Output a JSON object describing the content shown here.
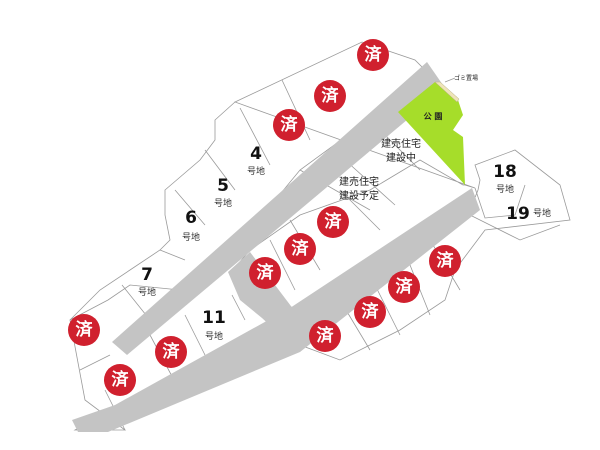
{
  "colors": {
    "road": "#c4c4c4",
    "park": "#a6dd2a",
    "sold": "#d0202e",
    "garbage": "#efe4b8"
  },
  "sold_mark": "済",
  "lots": [
    {
      "number": "4",
      "suffix": "号地"
    },
    {
      "number": "5",
      "suffix": "号地"
    },
    {
      "number": "6",
      "suffix": "号地"
    },
    {
      "number": "7",
      "suffix": "号地"
    },
    {
      "number": "11",
      "suffix": "号地"
    },
    {
      "number": "18",
      "suffix": "号地"
    },
    {
      "number": "19",
      "suffix": "号地"
    }
  ],
  "notes": {
    "under_construction": [
      "建売住宅",
      "建設中"
    ],
    "planned": [
      "建売住宅",
      "建設予定"
    ],
    "park": "公 園",
    "garbage": "ゴミ置場"
  },
  "sold_count": 13
}
